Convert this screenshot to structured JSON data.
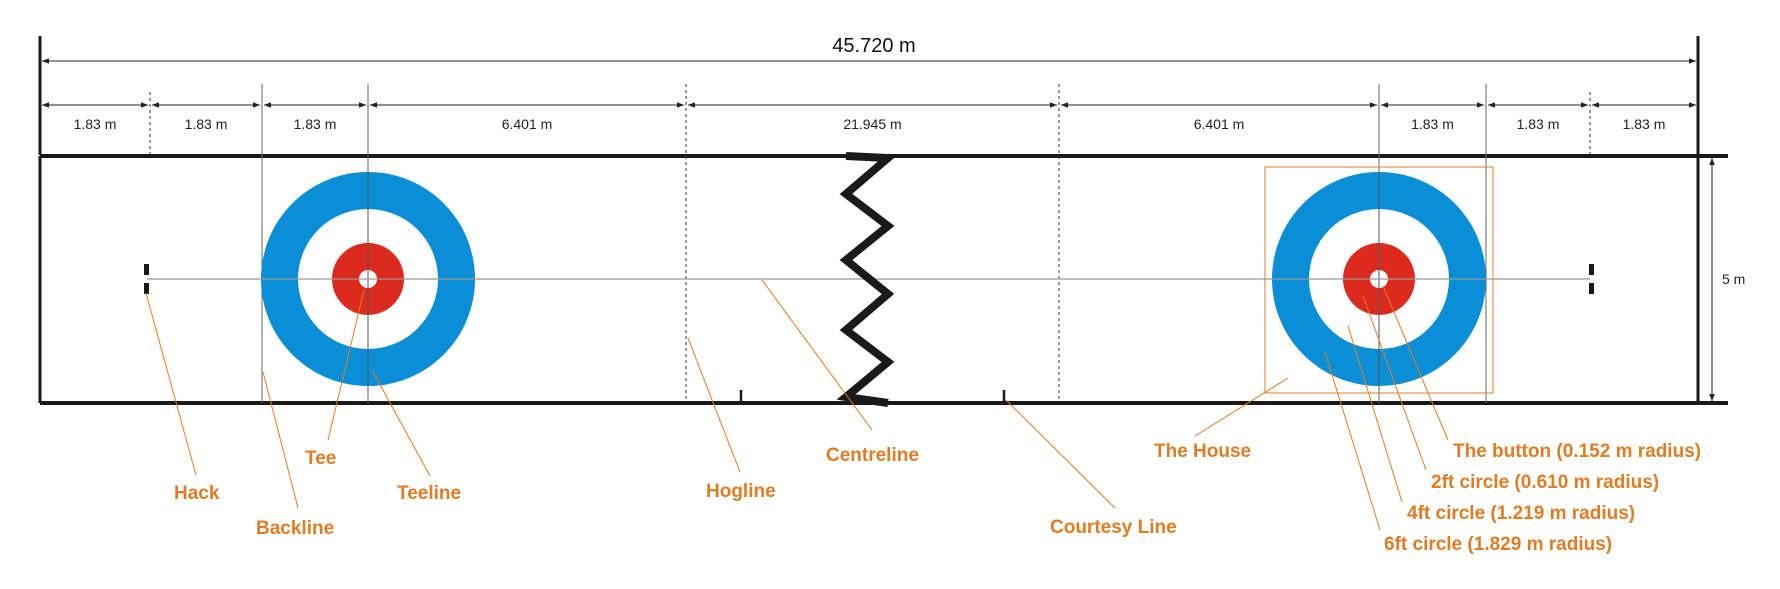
{
  "dimensions": {
    "total_length": "45.720 m",
    "width": "5 m",
    "segments": [
      "1.83 m",
      "1.83 m",
      "1.83 m",
      "6.401 m",
      "21.945 m",
      "6.401 m",
      "1.83 m",
      "1.83 m",
      "1.83 m"
    ]
  },
  "labels": {
    "hack": "Hack",
    "backline": "Backline",
    "tee": "Tee",
    "teeline": "Teeline",
    "hogline": "Hogline",
    "centreline": "Centreline",
    "courtesy_line": "Courtesy Line",
    "the_house": "The House",
    "button": "The button (0.152 m radius)",
    "circle_2ft": "2ft circle (0.610 m radius)",
    "circle_4ft": "4ft circle (1.219 m radius)",
    "circle_6ft": "6ft circle (1.829 m radius)"
  },
  "colors": {
    "ring_outer": "#0a8fd6",
    "ring_inner": "#ffffff",
    "ring_2ft": "#dc2a1f",
    "button": "#ffffff",
    "callout": "#e07c24",
    "border": "#1a1a1a"
  }
}
